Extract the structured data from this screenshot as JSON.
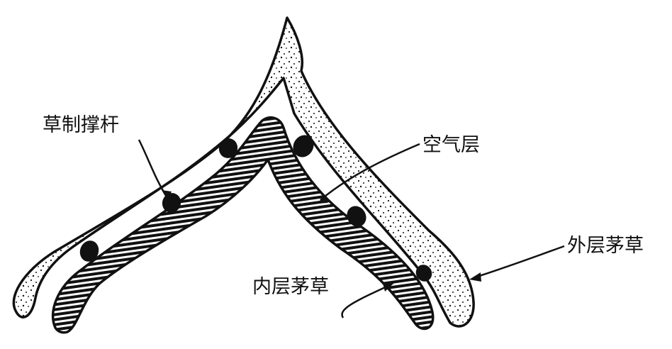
{
  "labels": {
    "strut": "草制撑杆",
    "air_layer": "空气层",
    "outer_thatch": "外层茅草",
    "inner_thatch": "内层茅草"
  },
  "colors": {
    "ink": "#111111",
    "background": "#ffffff"
  }
}
